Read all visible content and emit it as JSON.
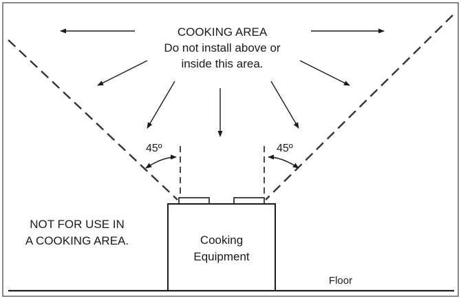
{
  "cooking_area": {
    "title": "COOKING AREA",
    "line1": "Do not install above or",
    "line2": "inside this area."
  },
  "angles": {
    "left": "45º",
    "right": "45º"
  },
  "warning": {
    "line1": "NOT FOR USE IN",
    "line2": "A COOKING AREA."
  },
  "equipment": {
    "line1": "Cooking",
    "line2": "Equipment"
  },
  "floor_label": "Floor"
}
